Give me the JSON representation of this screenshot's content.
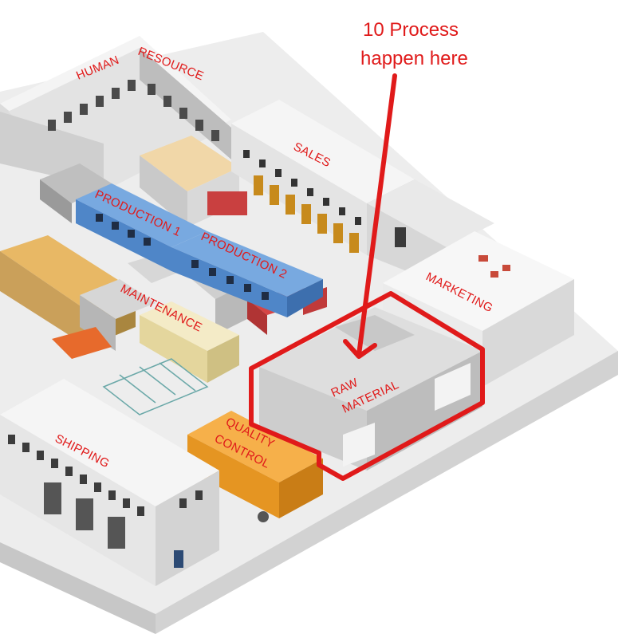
{
  "annotation": {
    "line1": "10 Process",
    "line2": "happen here"
  },
  "areas": {
    "human": "HUMAN",
    "resource": "RESOURCE",
    "sales": "SALES",
    "production_1": "PRODUCTION 1",
    "production_2": "PRODUCTION 2",
    "marketing": "MARKETING",
    "maintenance": "MAINTENANCE",
    "raw_material_1": "RAW",
    "raw_material_2": "MATERIAL",
    "quality_1": "QUALITY",
    "quality_2": "CONTROL",
    "shipping": "SHIPPING"
  },
  "colors": {
    "highlight": "#e01a1a",
    "production": "#5b95d6",
    "quality": "#f0a531",
    "maintenance": "#efe3b0",
    "building": "#eeeeee"
  }
}
